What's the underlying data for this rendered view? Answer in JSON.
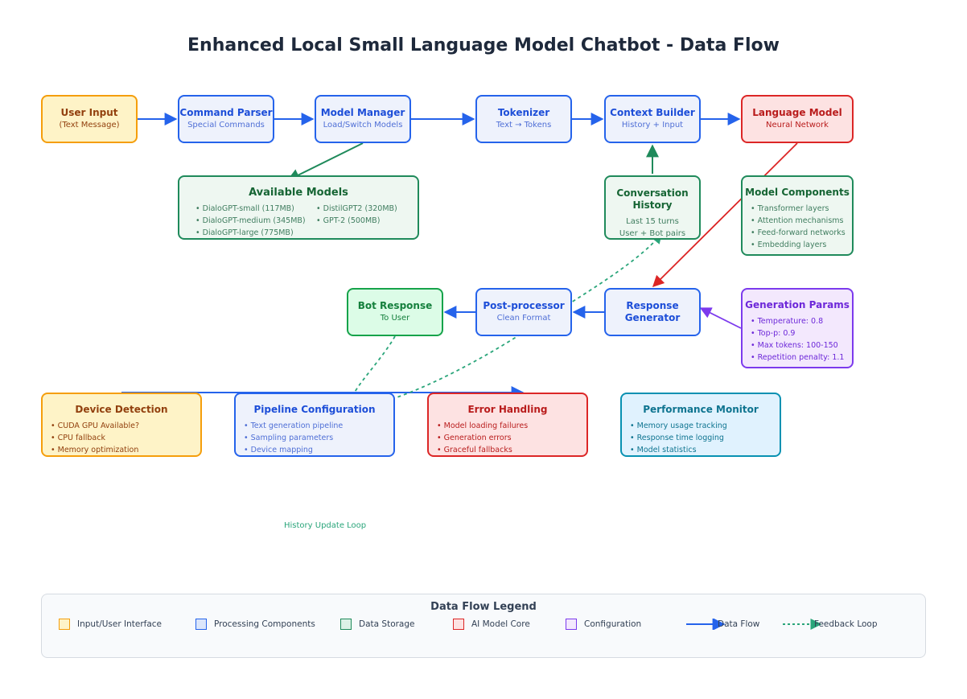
{
  "title": "Enhanced Local Small Language Model Chatbot - Data Flow",
  "nodes": {
    "user_input": {
      "title": "User Input",
      "sub": "(Text Message)"
    },
    "command_parser": {
      "title": "Command Parser",
      "sub": "Special Commands"
    },
    "model_manager": {
      "title": "Model Manager",
      "sub": "Load/Switch Models"
    },
    "tokenizer": {
      "title": "Tokenizer",
      "sub": "Text → Tokens"
    },
    "context_builder": {
      "title": "Context Builder",
      "sub": "History + Input"
    },
    "language_model": {
      "title": "Language Model",
      "sub": "Neural Network"
    },
    "available_models": {
      "title": "Available Models",
      "items": [
        "• DialoGPT-small (117MB)",
        "• DistilGPT2 (320MB)",
        "• DialoGPT-medium (345MB)",
        "• GPT-2 (500MB)",
        "• DialoGPT-large (775MB)"
      ]
    },
    "conversation_history": {
      "title_line1": "Conversation",
      "title_line2": "History",
      "sub1": "Last 15 turns",
      "sub2": "User + Bot pairs"
    },
    "model_components": {
      "title": "Model Components",
      "items": [
        "• Transformer layers",
        "• Attention mechanisms",
        "• Feed-forward networks",
        "• Embedding layers"
      ]
    },
    "bot_response": {
      "title": "Bot Response",
      "sub": "To User"
    },
    "post_processor": {
      "title": "Post-processor",
      "sub": "Clean Format"
    },
    "response_generator": {
      "title_line1": "Response",
      "title_line2": "Generator"
    },
    "generation_params": {
      "title": "Generation Params",
      "items": [
        "• Temperature: 0.8",
        "• Top-p: 0.9",
        "• Max tokens: 100-150",
        "• Repetition penalty: 1.1"
      ]
    },
    "device_detection": {
      "title": "Device Detection",
      "items": [
        "• CUDA GPU Available?",
        "• CPU fallback",
        "• Memory optimization"
      ]
    },
    "pipeline_configuration": {
      "title": "Pipeline Configuration",
      "items": [
        "• Text generation pipeline",
        "• Sampling parameters",
        "• Device mapping"
      ]
    },
    "error_handling": {
      "title": "Error Handling",
      "items": [
        "• Model loading failures",
        "• Generation errors",
        "• Graceful fallbacks"
      ]
    },
    "performance_monitor": {
      "title": "Performance Monitor",
      "items": [
        "• Memory usage tracking",
        "• Response time logging",
        "• Model statistics"
      ]
    }
  },
  "loop_label": "History Update Loop",
  "legend": {
    "title": "Data Flow Legend",
    "items": [
      {
        "label": "Input/User Interface",
        "fill": "#fef3c7",
        "stroke": "#f59e0b"
      },
      {
        "label": "Processing Components",
        "fill": "#dbe6fb",
        "stroke": "#2563eb"
      },
      {
        "label": "Data Storage",
        "fill": "#dcf1e6",
        "stroke": "#1f8a5b"
      },
      {
        "label": "AI Model Core",
        "fill": "#fde2e2",
        "stroke": "#dc2626"
      },
      {
        "label": "Configuration",
        "fill": "#f3e8fd",
        "stroke": "#7c3aed"
      }
    ],
    "data_flow": "Data Flow",
    "feedback_loop": "Feedback Loop"
  },
  "colors": {
    "flow": "#2563eb",
    "storage_link": "#1f8a5b",
    "model_link": "#dc2626",
    "config_link": "#7c3aed",
    "feedback": "#2aa57a"
  }
}
